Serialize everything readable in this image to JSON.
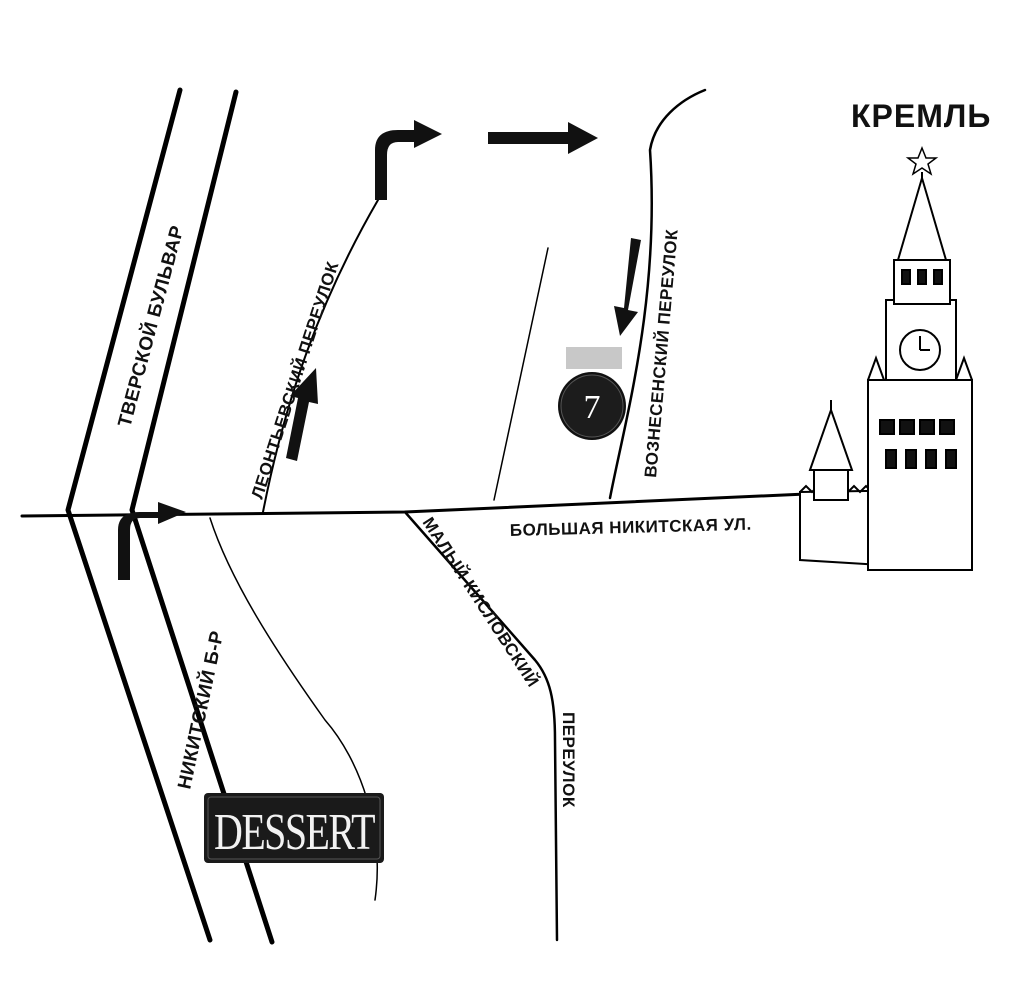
{
  "map": {
    "landmark": {
      "label": "КРЕМЛЬ",
      "icon": "spasskaya-tower-icon"
    },
    "streets": {
      "tverskoy": "ТВЕРСКОЙ БУЛЬВАР",
      "leontievsky": "ЛЕОНТЬЕВСКИЙ ПЕРЕУЛОК",
      "voznesensky": "ВОЗНЕСЕНСКИЙ ПЕРЕУЛОК",
      "bolshaya_nikitskaya": "БОЛЬШАЯ НИКИТСКАЯ УЛ.",
      "maly_kislovsky": "МАЛЫЙ КИСЛОВСКИЙ",
      "pereulok": "ПЕРЕУЛОК",
      "nikitsky": "НИКИТСКИЙ Б-Р"
    },
    "destination": {
      "number": "7",
      "icon": "location-marker-icon"
    },
    "logo": {
      "text": "DESSERT",
      "icon": "dessert-logo"
    },
    "route_icon": "arrow-icon"
  }
}
